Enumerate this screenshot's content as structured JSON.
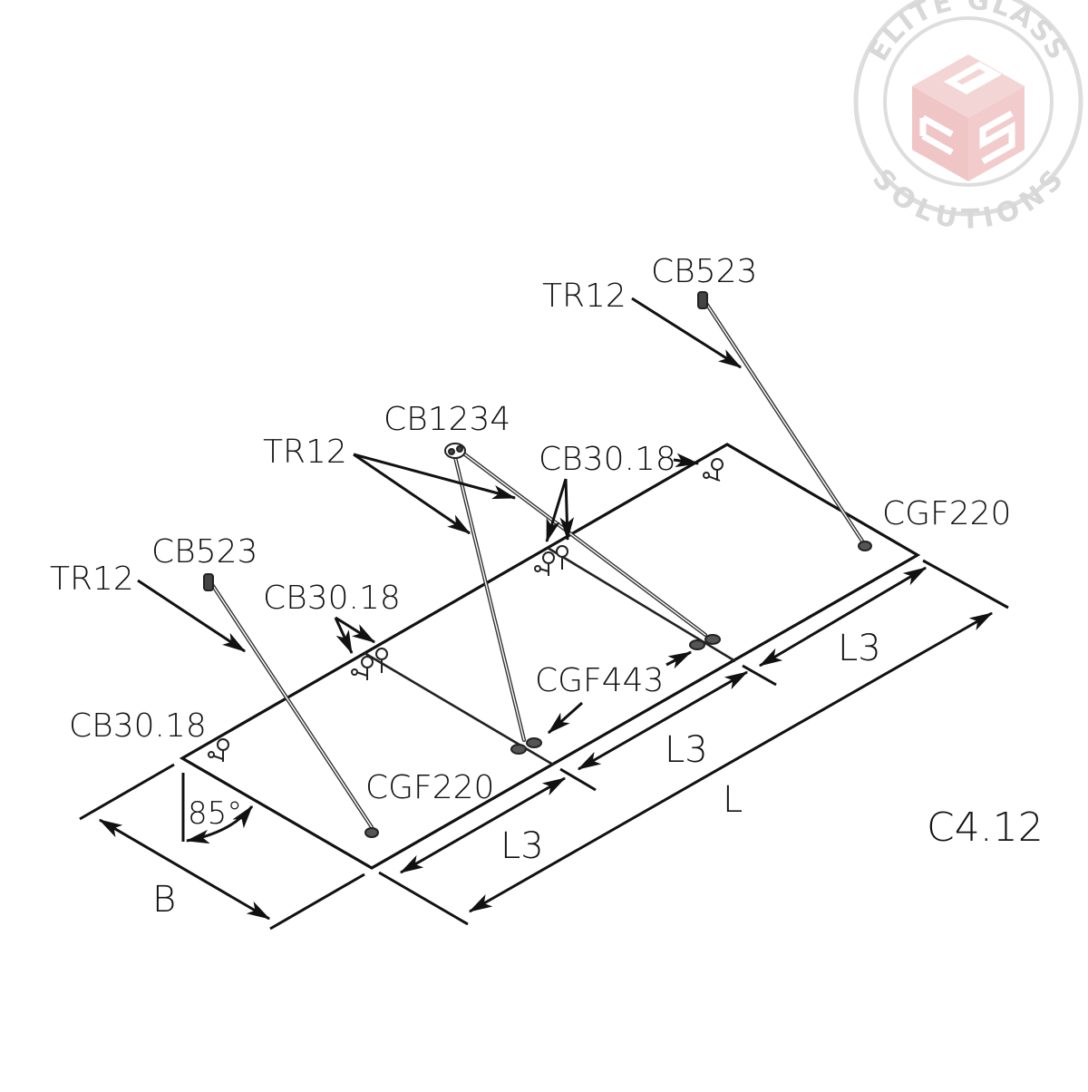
{
  "drawing": {
    "code": "C4.12",
    "angle_label": "85°",
    "dimensions": {
      "width": "B",
      "length": "L",
      "section_1": "L3",
      "section_2": "L3",
      "section_3": "L3"
    }
  },
  "logo": {
    "top_text": "ELITE GLASS",
    "bottom_text": "SOLUTIONS",
    "ring_color": "#d8d8d8",
    "cube_color": "#f2c9c9"
  },
  "callouts": {
    "tr12_right": "TR12",
    "cb523_right": "CB523",
    "cb1234": "CB1234",
    "tr12_middle": "TR12",
    "cb3018_top": "CB30.18",
    "cgf220_right": "CGF220",
    "tr12_left": "TR12",
    "cb523_left": "CB523",
    "cb3018_middle": "CB30.18",
    "cgf443": "CGF443",
    "cb3018_left": "CB30.18",
    "cgf220_left": "CGF220"
  }
}
